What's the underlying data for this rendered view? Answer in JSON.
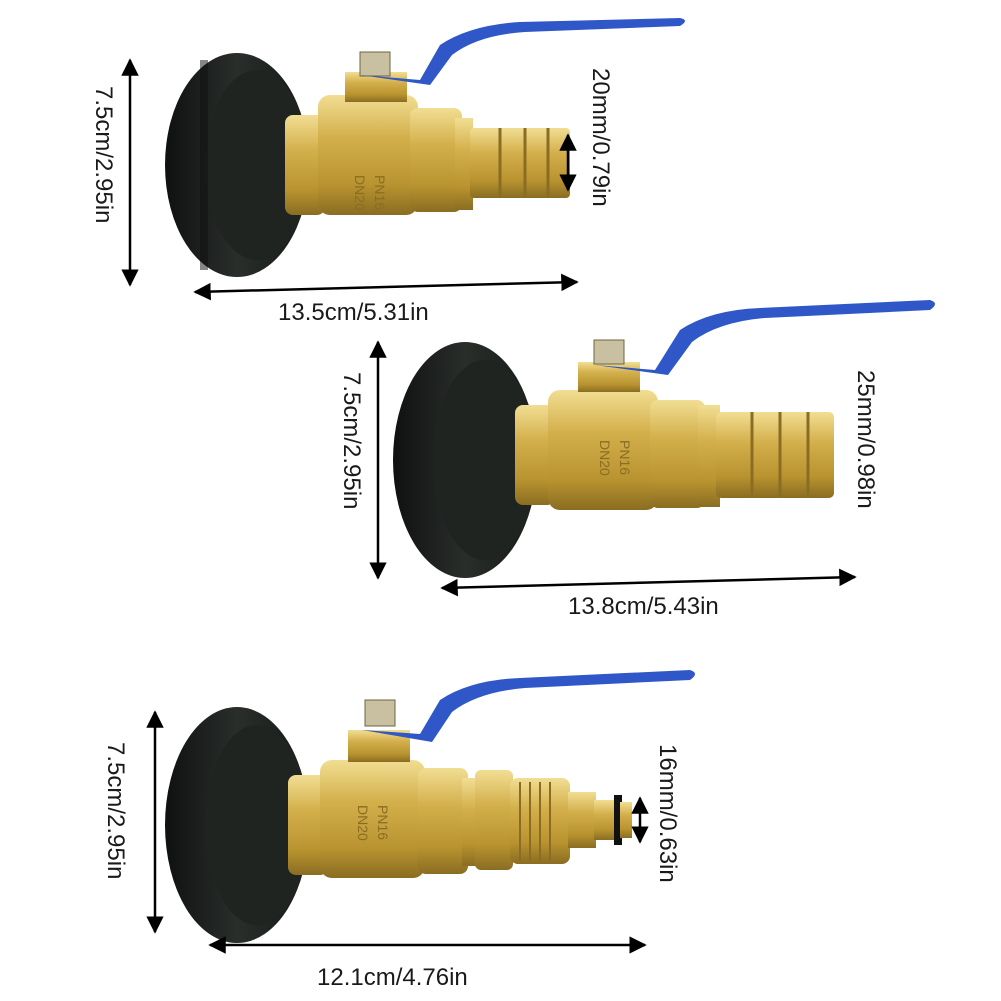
{
  "colors": {
    "background": "#ffffff",
    "nut": "#1c1f1d",
    "brass": "#c9a844",
    "brass_light": "#e6cf7a",
    "brass_dark": "#8f7428",
    "handle_blue": "#2f57c8",
    "arrow": "#000000"
  },
  "products": [
    {
      "name": "valve-20mm-barb",
      "outlet": "barb",
      "height_label": "7.5cm/2.95in",
      "length_label": "13.5cm/5.31in",
      "outlet_label": "20mm/0.79in"
    },
    {
      "name": "valve-25mm-barb",
      "outlet": "barb",
      "height_label": "7.5cm/2.95in",
      "length_label": "13.8cm/5.43in",
      "outlet_label": "25mm/0.98in"
    },
    {
      "name": "valve-16mm-quick-connector",
      "outlet": "quick-connector",
      "height_label": "7.5cm/2.95in",
      "length_label": "12.1cm/4.76in",
      "outlet_label": "16mm/0.63in"
    }
  ],
  "valve_marking": [
    "DN20",
    "PN16"
  ]
}
